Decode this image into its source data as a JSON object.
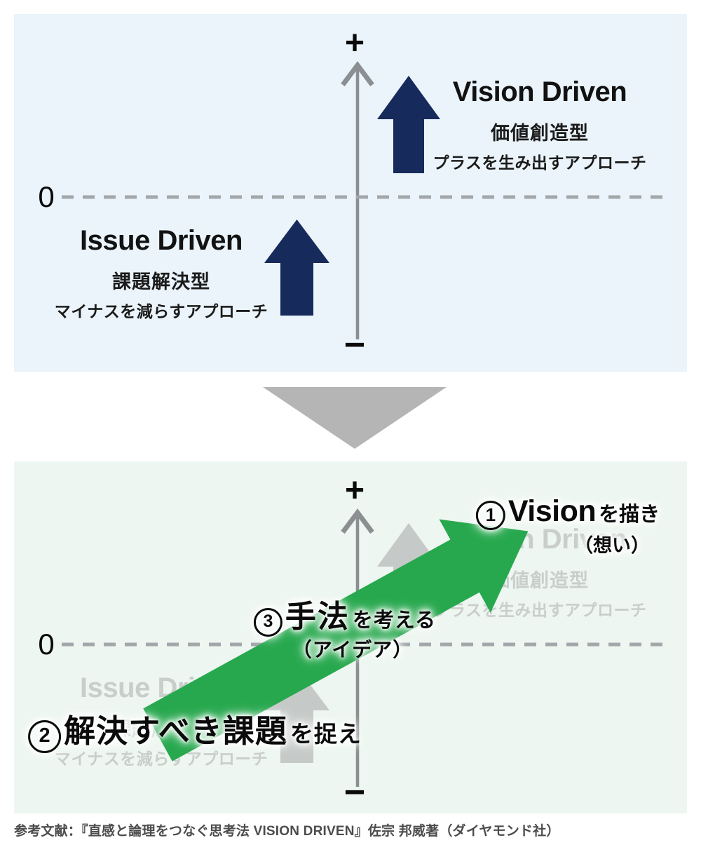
{
  "colors": {
    "panel_top_bg": "#eaf4fa",
    "panel_bottom_bg": "#edf6f0",
    "navy_arrow": "#172a5c",
    "faded_arrow": "#c5c9c7",
    "faded_text": "#c9cecb",
    "axis_gray": "#8b8f92",
    "dashed_gray": "#a3a7a9",
    "triangle_gray": "#b5b5b5",
    "green_arrow": "#27a84e"
  },
  "diagram": {
    "plus": "+",
    "minus": "−",
    "zero": "0",
    "vision": {
      "title": "Vision Driven",
      "type_label": "価値創造型",
      "approach_label": "プラスを生み出すアプローチ"
    },
    "issue": {
      "title": "Issue Driven",
      "type_label": "課題解決型",
      "approach_label": "マイナスを減らすアプローチ"
    }
  },
  "steps": {
    "one": {
      "num": "1",
      "keyword": "Vision",
      "suffix": "を描き",
      "note": "（想い）"
    },
    "two": {
      "num": "2",
      "keyword": "解決すべき課題",
      "suffix": "を捉え"
    },
    "three": {
      "num": "3",
      "keyword": "手法",
      "suffix": "を考える",
      "note": "（アイデア）"
    }
  },
  "footer": {
    "reference": "参考文献：『直感と論理をつなぐ思考法 VISION DRIVEN』佐宗 邦威著（ダイヤモンド社）"
  }
}
